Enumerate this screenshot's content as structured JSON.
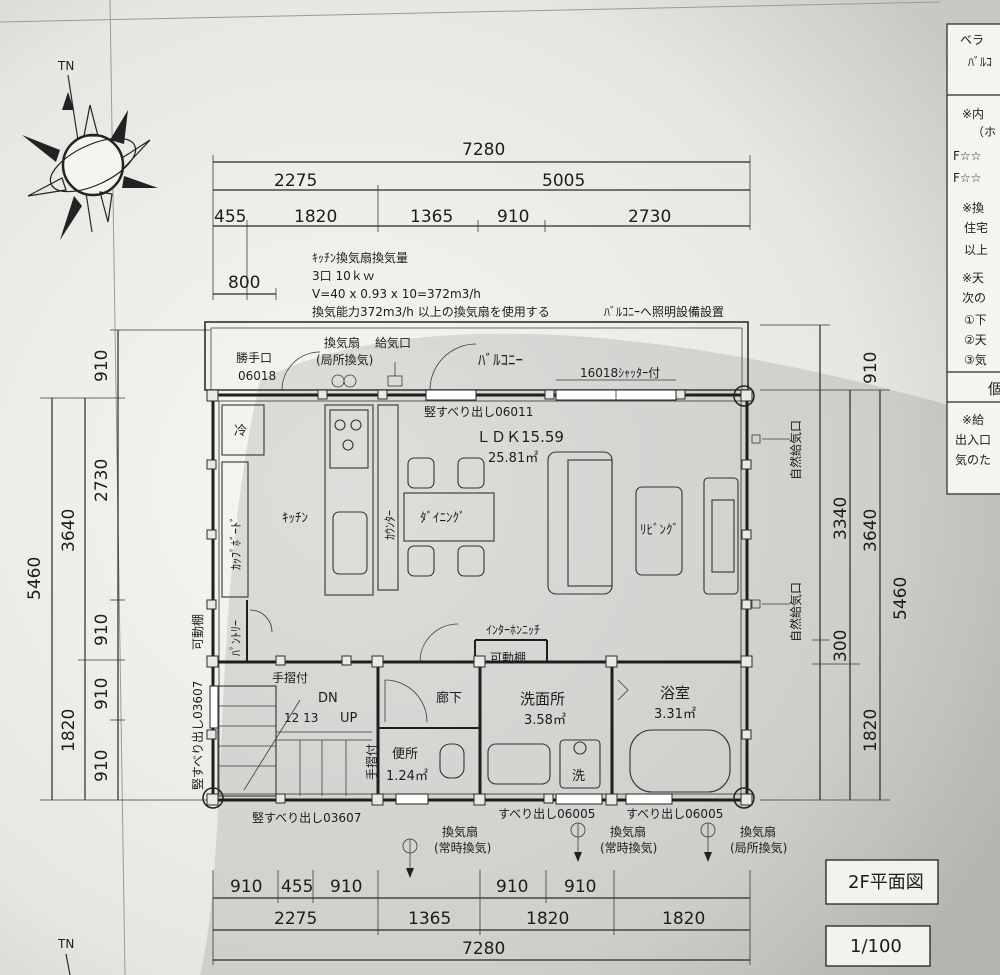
{
  "compass": {
    "north_label": "TN"
  },
  "dimensions": {
    "top_total": "7280",
    "top_l2_a": "2275",
    "top_l2_b": "5005",
    "top_l3": [
      "455",
      "1820",
      "1365",
      "910",
      "2730"
    ],
    "top_800": "800",
    "left_outer": "5460",
    "left_mid_a": "3640",
    "left_mid_b": "1820",
    "left_inner": [
      "910",
      "2730",
      "910",
      "910",
      "910"
    ],
    "right_top": "910",
    "right_mid": [
      "3340",
      "300",
      "1820"
    ],
    "right_mid2": "3640",
    "right_outer": "5460",
    "bottom_l1": [
      "910",
      "455",
      "910",
      "910",
      "910"
    ],
    "bottom_l2": [
      "2275",
      "1365",
      "1820",
      "1820"
    ],
    "bottom_total": "7280"
  },
  "notes": {
    "kitchen_fan_title": "ｷｯﾁﾝ換気扇換気量",
    "kitchen_fan_power": "3口 10ｋｗ",
    "kitchen_fan_formula": "V=40 x 0.93 x 10=372m3/h",
    "kitchen_fan_capacity": "換気能力372m3/h 以上の換気扇を使用する",
    "balcony_lighting": "ﾊﾞﾙｺﾆｰへ照明設備設置"
  },
  "labels": {
    "back_door": "勝手口",
    "back_door_code": "06018",
    "fan_local": "換気扇",
    "fan_local_sub": "(局所換気)",
    "air_intake": "給気口",
    "balcony": "ﾊﾞﾙｺﾆｰ",
    "shutter": "16018ｼｬｯﾀｰ付",
    "window_top": "竪すべり出し06011",
    "fridge": "冷",
    "kitchen": "ｷｯﾁﾝ",
    "cupboard": "ｶｯﾌﾟﾎﾞｰﾄﾞ",
    "counter": "ｶｳﾝﾀｰ",
    "dining": "ﾀﾞｲﾆﾝｸﾞ",
    "living": "ﾘﾋﾞﾝｸﾞ",
    "ldk_name": "ＬＤＫ15.59",
    "ldk_area": "25.81㎡",
    "natural_intake": "自然給気口",
    "pantry": "ﾊﾟﾝﾄﾘｰ",
    "movable_shelf": "可動棚",
    "intercom": "ｲﾝﾀｰﾎﾝﾆｯﾁ",
    "handrail": "手摺付",
    "stairs_dn": "DN",
    "stairs_up": "UP",
    "stair_nums": "12 13",
    "hallway": "廊下",
    "washroom": "洗面所",
    "washroom_area": "3.58㎡",
    "bath": "浴室",
    "bath_area": "3.31㎡",
    "toilet": "便所",
    "toilet_area": "1.24㎡",
    "washer": "洗",
    "window_left": "竪すべり出し03607",
    "window_bottom1": "竪すべり出し03607",
    "window_bottom2": "すべり出し06005",
    "window_bottom3": "すべり出し06005",
    "fan_cont": "換気扇",
    "fan_cont_sub": "(常時換気)",
    "fan_local_b": "換気扇",
    "fan_local_b_sub": "(局所換気)"
  },
  "side_panel": {
    "line1": "ベラ",
    "line2": "ﾊﾞﾙｺ",
    "line3": "※内",
    "line4": "（ホ",
    "line5": "F☆☆",
    "line6": "F☆☆",
    "line7": "※換",
    "line8": "住宅",
    "line9": "以上",
    "line10": "※天",
    "line11": "次の",
    "line12": "①下",
    "line13": "②天",
    "line14": "③気",
    "line15": "個",
    "line16": "※給",
    "line17": "出入口",
    "line18": "気のた"
  },
  "title_block": {
    "title": "2F平面図",
    "scale": "1/100"
  }
}
